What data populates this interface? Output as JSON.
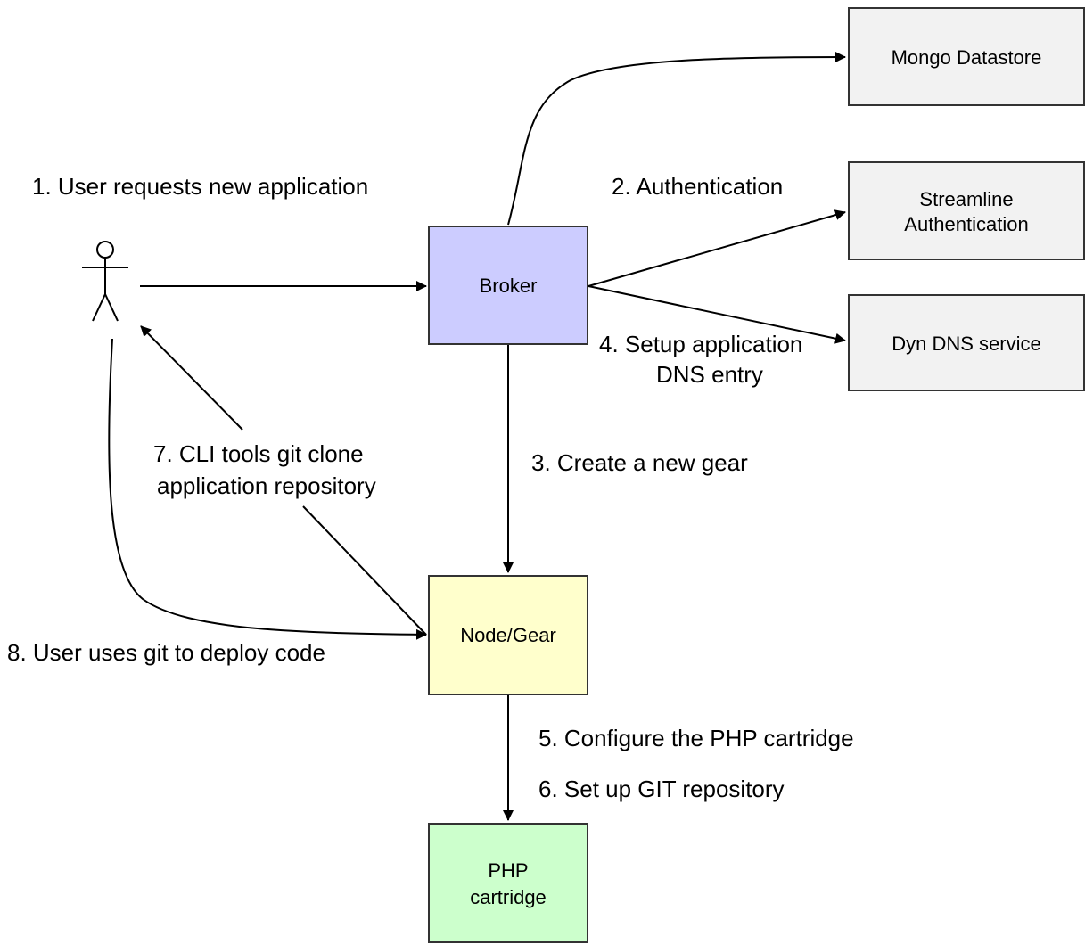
{
  "nodes": {
    "mongo": {
      "label": "Mongo Datastore",
      "fill": "#f2f2f2"
    },
    "streamline": {
      "label_line1": "Streamline",
      "label_line2": "Authentication",
      "fill": "#f2f2f2"
    },
    "dyn_dns": {
      "label": "Dyn DNS service",
      "fill": "#f2f2f2"
    },
    "broker": {
      "label": "Broker",
      "fill": "#ccccff"
    },
    "node_gear": {
      "label": "Node/Gear",
      "fill": "#ffffcc"
    },
    "php": {
      "label_line1": "PHP",
      "label_line2": "cartridge",
      "fill": "#ccffcc"
    }
  },
  "edges": {
    "step1": "1. User requests new application",
    "step2": "2. Authentication",
    "step3": "3. Create a new gear",
    "step4_line1": "4. Setup application",
    "step4_line2": "DNS entry",
    "step5": "5. Configure the PHP cartridge",
    "step6": "6. Set up GIT repository",
    "step7_line1": "7. CLI tools git clone",
    "step7_line2": "application repository",
    "step8": "8. User uses git to deploy code"
  }
}
